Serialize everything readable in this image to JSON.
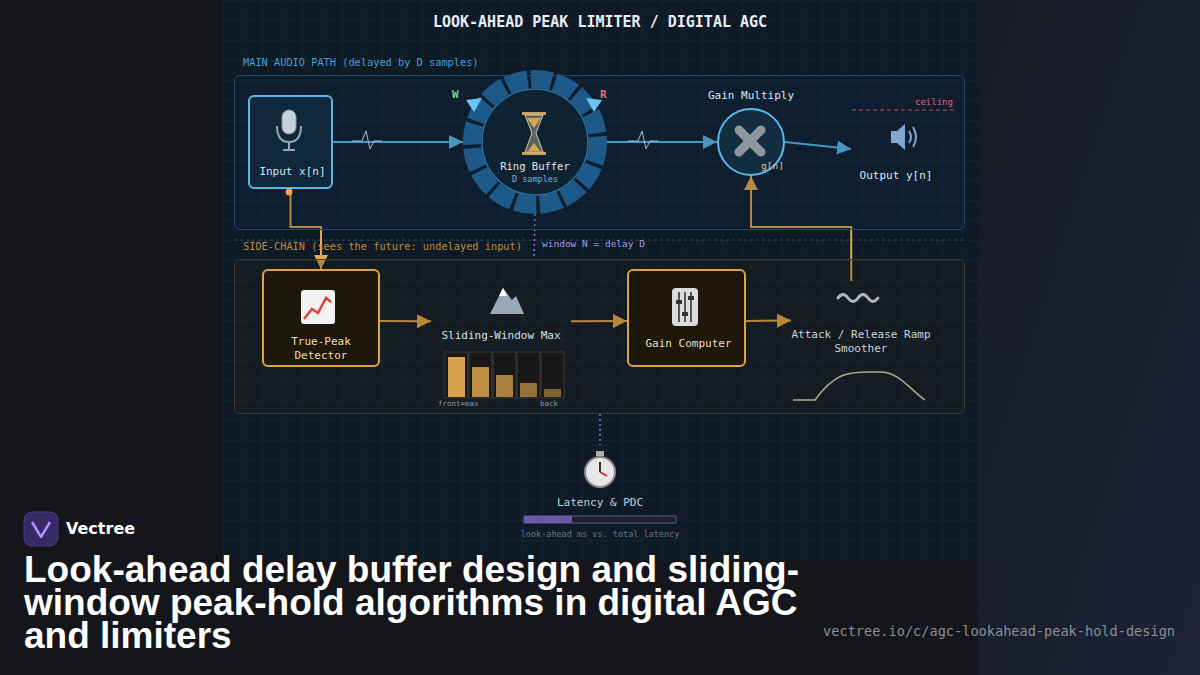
{
  "diagram": {
    "title": "LOOK-AHEAD PEAK LIMITER / DIGITAL AGC",
    "caption": "Look-ahead delay buffer design and sliding-window peak-hold algorithms in digital AGC and limiters",
    "nodes": [
      {
        "text": [
          "MAIN AUDIO PATH (delayed by D samples)"
        ]
      },
      {
        "text": [
          "Input x[n]"
        ],
        "in": 0
      },
      {
        "text": [
          "Ring Buffer",
          "D samples"
        ],
        "in": 0
      },
      {
        "text": [
          "Gain Multiply"
        ],
        "in": 0
      },
      {
        "text": [
          "Output y[n]"
        ],
        "in": 0
      },
      {
        "text": [
          "SIDE-CHAIN (sees the future: undelayed input)"
        ]
      },
      {
        "text": [
          "True-Peak Detector"
        ],
        "in": 5
      },
      {
        "text": [
          "Sliding-Window Max"
        ],
        "in": 5
      },
      {
        "text": [
          "Gain Computer"
        ],
        "in": 5
      },
      {
        "text": [
          "Attack / Release Ramp Smoother"
        ],
        "in": 5
      },
      {
        "text": [
          "Latency & PDC",
          "look-ahead ms vs. total latency"
        ]
      }
    ],
    "edges": [
      {
        "from": 1,
        "to": 2,
        "arrow": "to"
      },
      {
        "from": 2,
        "to": 3,
        "arrow": "to"
      },
      {
        "from": 3,
        "to": 4,
        "arrow": "to"
      },
      {
        "from": 1,
        "to": 6,
        "arrow": "to"
      },
      {
        "from": 6,
        "to": 7,
        "arrow": "to"
      },
      {
        "from": 7,
        "to": 8,
        "arrow": "to"
      },
      {
        "from": 8,
        "to": 9,
        "arrow": "to"
      },
      {
        "from": 9,
        "to": 3,
        "label": "g[n]",
        "arrow": "to"
      },
      {
        "from": 2,
        "to": 5,
        "label": "window N = delay D",
        "arrow": "none"
      },
      {
        "from": 5,
        "to": 10,
        "arrow": "none"
      }
    ],
    "labels": [
      "W",
      "R",
      "ceiling",
      "front=max",
      "back",
      "Vectree",
      "vectree.io/c/agc-lookahead-peak-hold-design"
    ]
  }
}
